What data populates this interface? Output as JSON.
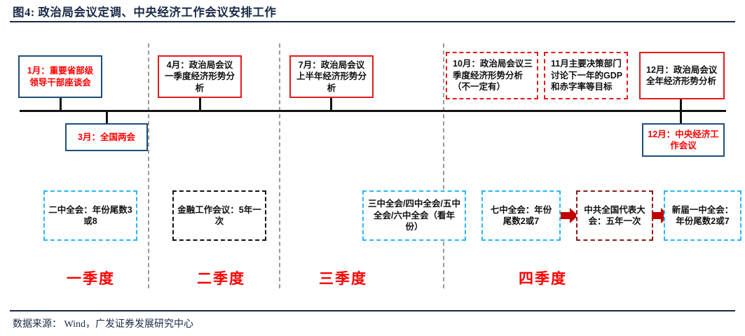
{
  "figure": {
    "title": "图4:  政治局会议定调、中央经济工作会议安排工作",
    "source": "数据来源： Wind，广发证券发展研究中心"
  },
  "colors": {
    "navy": "#1f4e79",
    "red": "#e31a1c",
    "bright_red": "#ff0000",
    "cyan": "#29b6f6",
    "dark_red": "#8b1a1a",
    "axis": "#111111",
    "separator": "#9a9a9a",
    "header_text": "#1a2a46"
  },
  "timeline": {
    "above_events": [
      {
        "id": "jan",
        "label": "1月：重要省部级领导干部座谈会",
        "style": "solid-navy"
      },
      {
        "id": "apr",
        "label": "4月：政治局会议一季度经济形势分析",
        "style": "solid-red"
      },
      {
        "id": "jul",
        "label": "7月：政治局会议上半年经济形势分析",
        "style": "solid-red"
      },
      {
        "id": "oct",
        "label": "10月：政治局会议三季度经济形势分析（不一定有）",
        "style": "dash-red"
      },
      {
        "id": "nov",
        "label": "11月主要决策部门讨论下一年的GDP和赤字率等目标",
        "style": "dash-red"
      },
      {
        "id": "dec",
        "label": "12月：政治局会议全年经济形势分析",
        "style": "solid-red"
      }
    ],
    "below_events": [
      {
        "id": "mar",
        "label": "3月：全国两会",
        "style": "solid-navy"
      },
      {
        "id": "dec-cewc",
        "label": "12月：中央经济工作会议",
        "style": "solid-navy"
      }
    ]
  },
  "plenum_row": [
    {
      "id": "second-plenum",
      "label": "二中全会：年份尾数3或8",
      "style": "dash-cyan"
    },
    {
      "id": "finance-work-conf",
      "label": "金融工作会议：5年一次",
      "style": "dash-black"
    },
    {
      "id": "third-sixth-plenum",
      "label": "三中全会/四中全会/五中全会/六中全会（看年份）",
      "style": "dash-cyan"
    },
    {
      "id": "seventh-plenum",
      "label": "七中全会：年份尾数2或7",
      "style": "dash-cyan"
    },
    {
      "id": "national-congress",
      "label": "中共全国代表大会：五年一次",
      "style": "dash-darkred"
    },
    {
      "id": "new-first-plenum",
      "label": "新届一中全会：年份尾数2或7",
      "style": "dash-cyan"
    }
  ],
  "quarters": [
    {
      "id": "q1",
      "label": "一季度"
    },
    {
      "id": "q2",
      "label": "二季度"
    },
    {
      "id": "q3",
      "label": "三季度"
    },
    {
      "id": "q4",
      "label": "四季度"
    }
  ]
}
